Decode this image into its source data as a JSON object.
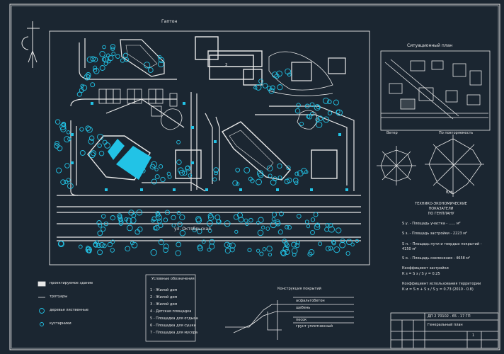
{
  "colors": {
    "background": "#1b2631",
    "line": "#e8e8e8",
    "accent": "#22c3e6"
  },
  "plan": {
    "street_top": "Гаптон",
    "street_bottom": "ул. Октябрьская",
    "building_label": "3"
  },
  "situational": {
    "title": "Ситуационный план",
    "wind_left": "Ветер",
    "wind_right": "По повторяемость",
    "wind_note": "В/ф"
  },
  "indicators": {
    "title_line1": "ТЕХНИКО-ЭКОНОМИЧЕСКИЕ",
    "title_line2": "ПОКАЗАТЕЛИ",
    "title_line3": "ПО ГЕНПЛАНУ",
    "rows": [
      "S у. - Площадь участка - ...... м²",
      "S з. - Площадь застройки - 2223 м²",
      "S п. - Площадь пути и твердых покрытий - 4150 м²",
      "S о. - Площадь озеленения - 4658 м²",
      "Коэффициент застройки",
      "К з = S з / S у = 0.25",
      "Коэффициент использования территории",
      "К и = S п + S з / S у = 0.73 (2010 - 0.8)"
    ]
  },
  "legend": {
    "items": [
      "проектируемое здание",
      "тротуары",
      "деревья лиственные",
      "кустарники"
    ]
  },
  "notes": {
    "title": "Условные обозначения",
    "items": [
      "1 - Жилой дом",
      "2 - Жилой дом",
      "3 - Жилой дом",
      "4 - Детская площадка",
      "5 - Площадка для отдыха",
      "6 - Площадка для сушки",
      "7 - Площадка для мусора"
    ]
  },
  "section": {
    "title": "Конструкция покрытий",
    "layers": [
      "асфальтобетон",
      "щебень",
      "песок",
      "грунт уплотненный"
    ]
  },
  "title_block": {
    "code": "ДП 2 70102 . 65 . 17 ГП",
    "name": "Генеральный план",
    "sheet": "1"
  }
}
